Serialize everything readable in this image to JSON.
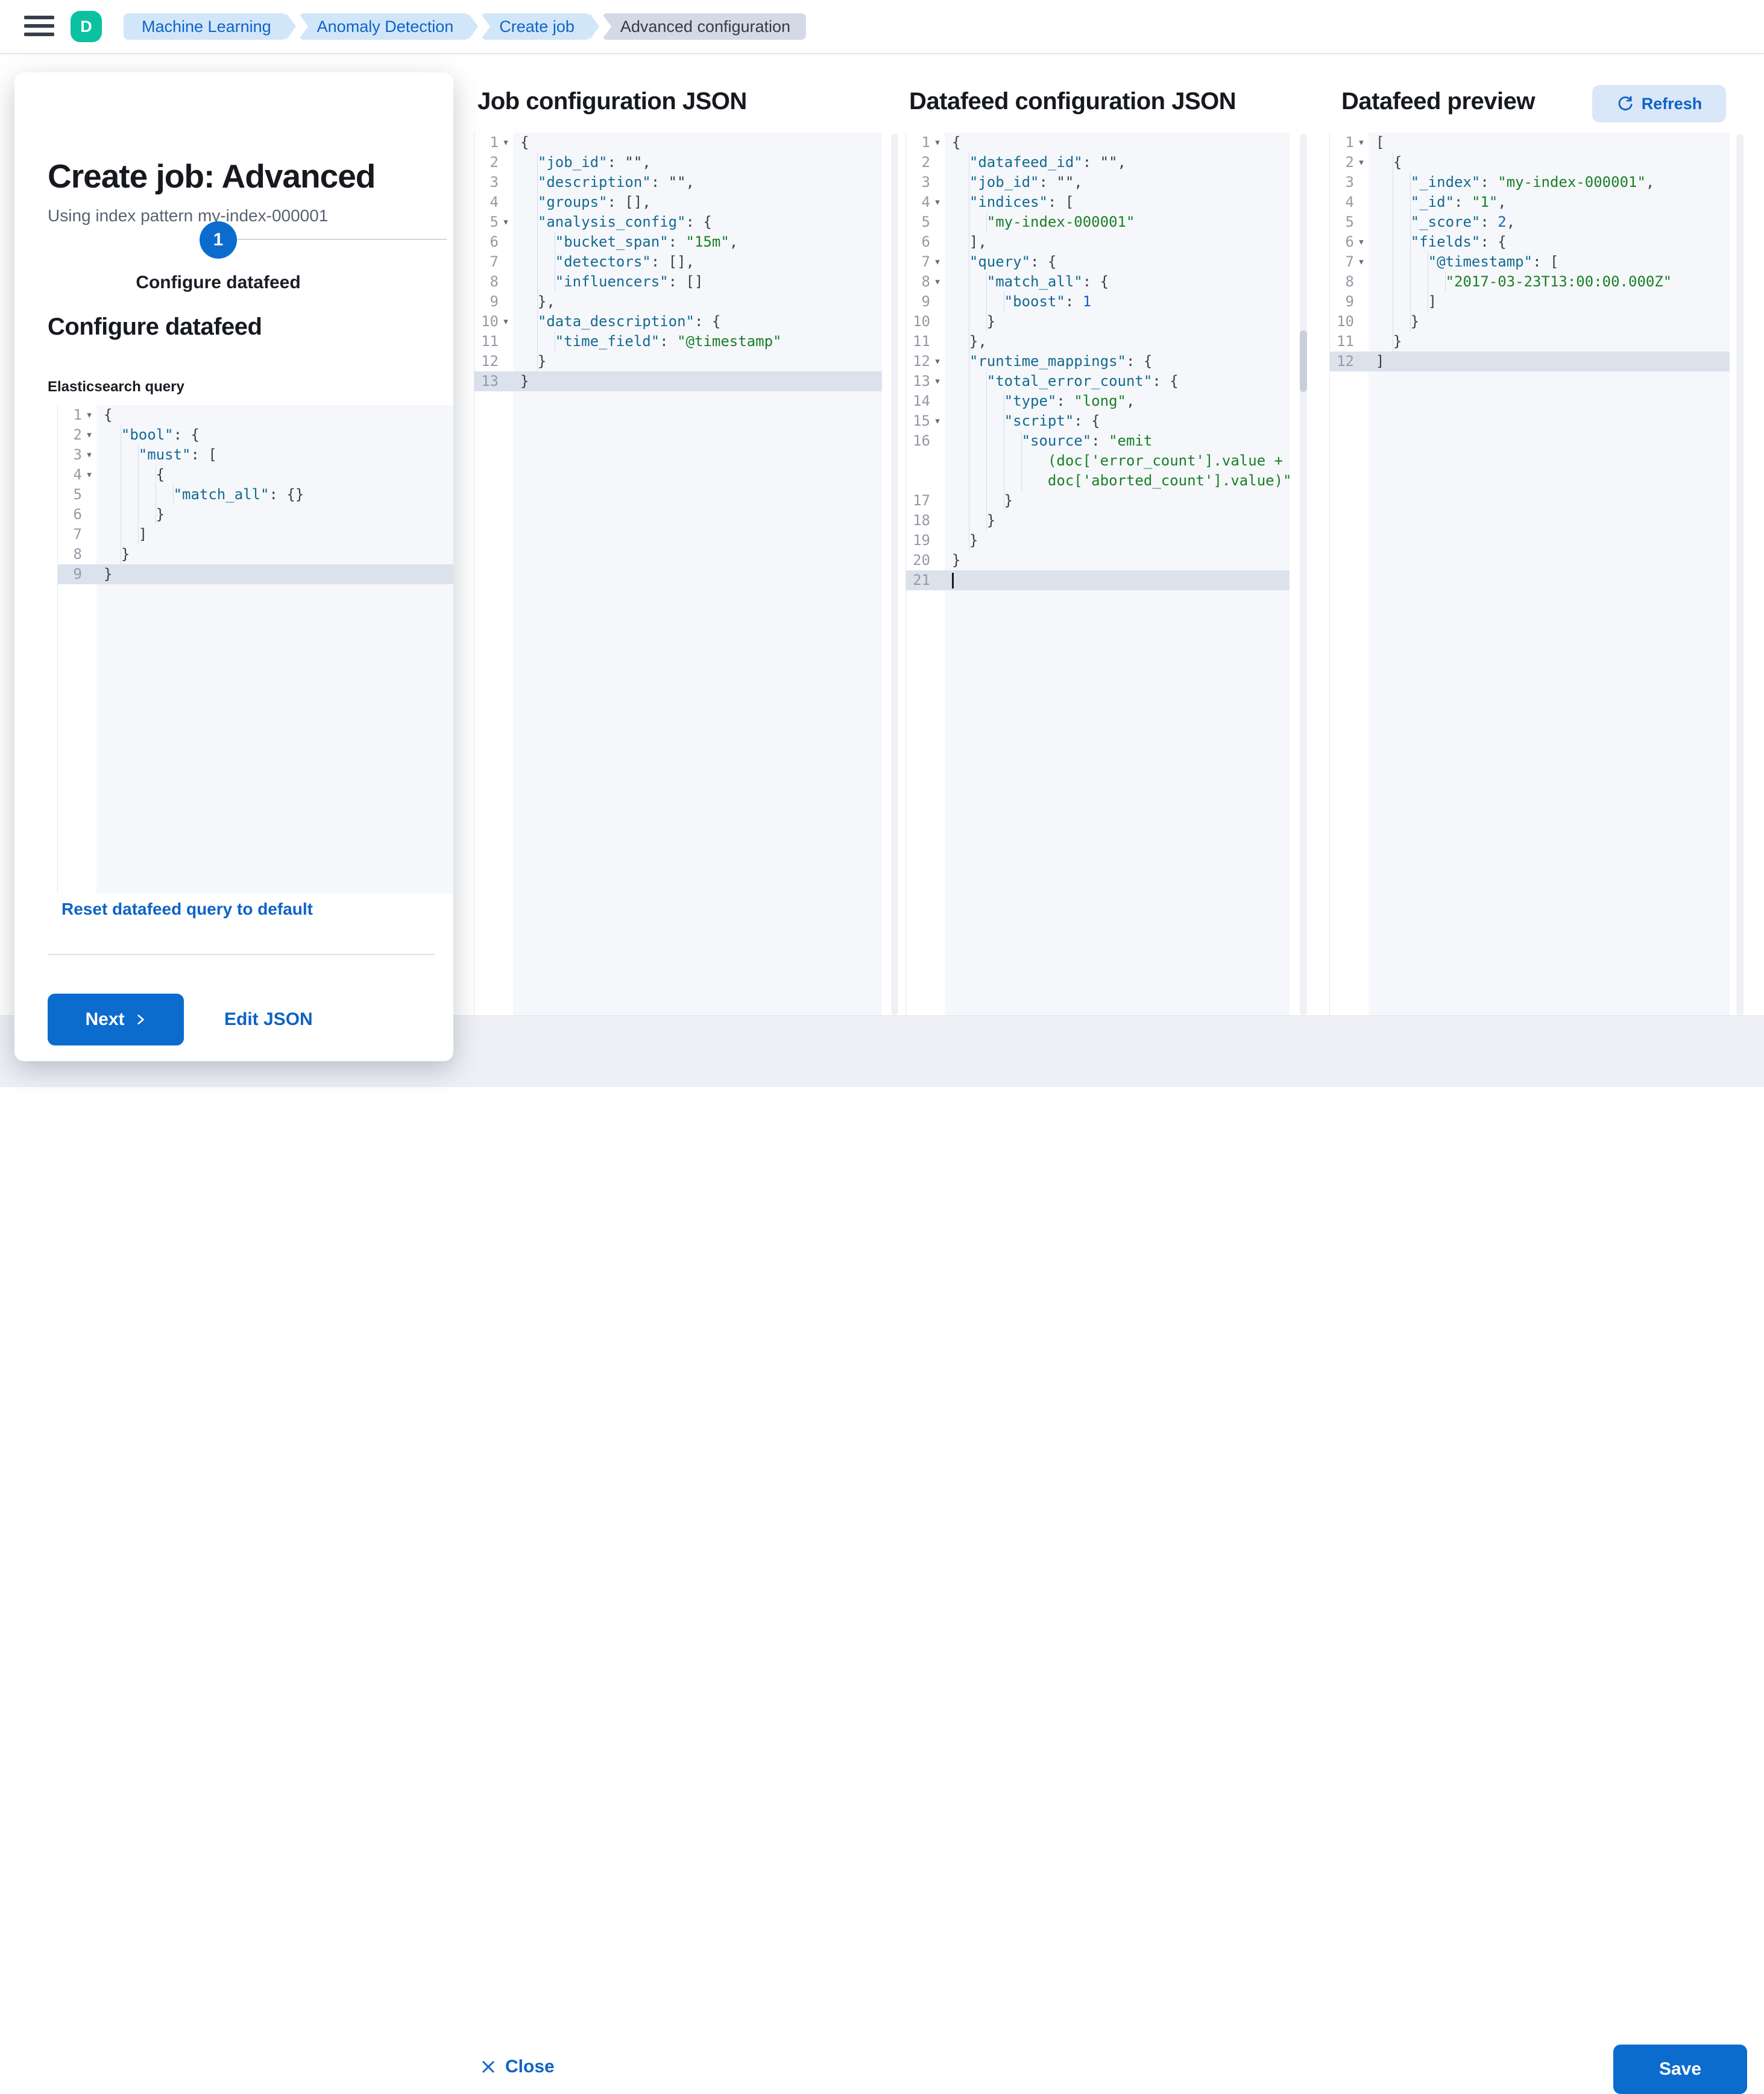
{
  "topbar": {
    "avatar_initial": "D",
    "breadcrumbs": [
      {
        "label": "Machine Learning",
        "current": false
      },
      {
        "label": "Anomaly Detection",
        "current": false
      },
      {
        "label": "Create job",
        "current": false
      },
      {
        "label": "Advanced configuration",
        "current": true
      }
    ]
  },
  "flyout": {
    "title": "Create job: Advanced",
    "subtitle": "Using index pattern my-index-000001",
    "step_number": "1",
    "step_label": "Configure datafeed",
    "section_heading": "Configure datafeed",
    "query_label": "Elasticsearch query",
    "reset_label": "Reset datafeed query to default",
    "next_label": "Next",
    "edit_json_label": "Edit JSON"
  },
  "panels": {
    "job": {
      "heading": "Job configuration JSON"
    },
    "datafeed": {
      "heading": "Datafeed configuration JSON"
    },
    "preview": {
      "heading": "Datafeed preview",
      "refresh_label": "Refresh"
    }
  },
  "footer": {
    "close_label": "Close",
    "save_label": "Save"
  },
  "colors": {
    "primary_blue": "#0b6cce",
    "link_blue": "#0e63c5",
    "avatar_green": "#0ac2a1",
    "breadcrumb_blue_bg": "#d2e6f9",
    "breadcrumb_gray_bg": "#d3dae6",
    "code_key": "#136a92",
    "code_string": "#1a7f27",
    "code_number": "#175fc7",
    "active_line": "#dce2ec"
  },
  "editors": {
    "es_query": {
      "lines": [
        {
          "n": "1",
          "fold": true,
          "d": 0,
          "t": [
            [
              "p",
              "{"
            ]
          ]
        },
        {
          "n": "2",
          "fold": true,
          "d": 1,
          "t": [
            [
              "k",
              "\"bool\""
            ],
            [
              "p",
              ": {"
            ]
          ]
        },
        {
          "n": "3",
          "fold": true,
          "d": 2,
          "t": [
            [
              "k",
              "\"must\""
            ],
            [
              "p",
              ": ["
            ]
          ]
        },
        {
          "n": "4",
          "fold": true,
          "d": 3,
          "t": [
            [
              "p",
              "{"
            ]
          ]
        },
        {
          "n": "5",
          "d": 4,
          "t": [
            [
              "k",
              "\"match_all\""
            ],
            [
              "p",
              ": {}"
            ]
          ]
        },
        {
          "n": "6",
          "d": 3,
          "t": [
            [
              "p",
              "}"
            ]
          ]
        },
        {
          "n": "7",
          "d": 2,
          "t": [
            [
              "p",
              "]"
            ]
          ]
        },
        {
          "n": "8",
          "d": 1,
          "t": [
            [
              "p",
              "}"
            ]
          ]
        },
        {
          "n": "9",
          "active": true,
          "d": 0,
          "t": [
            [
              "p",
              "}"
            ]
          ]
        }
      ]
    },
    "job_config": {
      "lines": [
        {
          "n": "1",
          "fold": true,
          "d": 0,
          "t": [
            [
              "p",
              "{"
            ]
          ]
        },
        {
          "n": "2",
          "d": 1,
          "t": [
            [
              "k",
              "\"job_id\""
            ],
            [
              "p",
              ": "
            ],
            [
              "e",
              "\"\""
            ],
            [
              "p",
              ","
            ]
          ]
        },
        {
          "n": "3",
          "d": 1,
          "t": [
            [
              "k",
              "\"description\""
            ],
            [
              "p",
              ": "
            ],
            [
              "e",
              "\"\""
            ],
            [
              "p",
              ","
            ]
          ]
        },
        {
          "n": "4",
          "d": 1,
          "t": [
            [
              "k",
              "\"groups\""
            ],
            [
              "p",
              ": [],"
            ]
          ]
        },
        {
          "n": "5",
          "fold": true,
          "d": 1,
          "t": [
            [
              "k",
              "\"analysis_config\""
            ],
            [
              "p",
              ": {"
            ]
          ]
        },
        {
          "n": "6",
          "d": 2,
          "t": [
            [
              "k",
              "\"bucket_span\""
            ],
            [
              "p",
              ": "
            ],
            [
              "s",
              "\"15m\""
            ],
            [
              "p",
              ","
            ]
          ]
        },
        {
          "n": "7",
          "d": 2,
          "t": [
            [
              "k",
              "\"detectors\""
            ],
            [
              "p",
              ": [],"
            ]
          ]
        },
        {
          "n": "8",
          "d": 2,
          "t": [
            [
              "k",
              "\"influencers\""
            ],
            [
              "p",
              ": []"
            ]
          ]
        },
        {
          "n": "9",
          "d": 1,
          "t": [
            [
              "p",
              "},"
            ]
          ]
        },
        {
          "n": "10",
          "fold": true,
          "d": 1,
          "t": [
            [
              "k",
              "\"data_description\""
            ],
            [
              "p",
              ": {"
            ]
          ]
        },
        {
          "n": "11",
          "d": 2,
          "t": [
            [
              "k",
              "\"time_field\""
            ],
            [
              "p",
              ": "
            ],
            [
              "s",
              "\"@timestamp\""
            ]
          ]
        },
        {
          "n": "12",
          "d": 1,
          "t": [
            [
              "p",
              "}"
            ]
          ]
        },
        {
          "n": "13",
          "active": true,
          "d": 0,
          "t": [
            [
              "p",
              "}"
            ]
          ]
        }
      ]
    },
    "datafeed_config": {
      "lines": [
        {
          "n": "1",
          "fold": true,
          "d": 0,
          "t": [
            [
              "p",
              "{"
            ]
          ]
        },
        {
          "n": "2",
          "d": 1,
          "t": [
            [
              "k",
              "\"datafeed_id\""
            ],
            [
              "p",
              ": "
            ],
            [
              "e",
              "\"\""
            ],
            [
              "p",
              ","
            ]
          ]
        },
        {
          "n": "3",
          "d": 1,
          "t": [
            [
              "k",
              "\"job_id\""
            ],
            [
              "p",
              ": "
            ],
            [
              "e",
              "\"\""
            ],
            [
              "p",
              ","
            ]
          ]
        },
        {
          "n": "4",
          "fold": true,
          "d": 1,
          "t": [
            [
              "k",
              "\"indices\""
            ],
            [
              "p",
              ": ["
            ]
          ]
        },
        {
          "n": "5",
          "d": 2,
          "t": [
            [
              "s",
              "\"my-index-000001\""
            ]
          ]
        },
        {
          "n": "6",
          "d": 1,
          "t": [
            [
              "p",
              "],"
            ]
          ]
        },
        {
          "n": "7",
          "fold": true,
          "d": 1,
          "t": [
            [
              "k",
              "\"query\""
            ],
            [
              "p",
              ": {"
            ]
          ]
        },
        {
          "n": "8",
          "fold": true,
          "d": 2,
          "t": [
            [
              "k",
              "\"match_all\""
            ],
            [
              "p",
              ": {"
            ]
          ]
        },
        {
          "n": "9",
          "d": 3,
          "t": [
            [
              "k",
              "\"boost\""
            ],
            [
              "p",
              ": "
            ],
            [
              "n",
              "1"
            ]
          ]
        },
        {
          "n": "10",
          "d": 2,
          "t": [
            [
              "p",
              "}"
            ]
          ]
        },
        {
          "n": "11",
          "d": 1,
          "t": [
            [
              "p",
              "},"
            ]
          ]
        },
        {
          "n": "12",
          "fold": true,
          "d": 1,
          "t": [
            [
              "k",
              "\"runtime_mappings\""
            ],
            [
              "p",
              ": {"
            ]
          ]
        },
        {
          "n": "13",
          "fold": true,
          "d": 2,
          "t": [
            [
              "k",
              "\"total_error_count\""
            ],
            [
              "p",
              ": {"
            ]
          ]
        },
        {
          "n": "14",
          "d": 3,
          "t": [
            [
              "k",
              "\"type\""
            ],
            [
              "p",
              ": "
            ],
            [
              "s",
              "\"long\""
            ],
            [
              "p",
              ","
            ]
          ]
        },
        {
          "n": "15",
          "fold": true,
          "d": 3,
          "t": [
            [
              "k",
              "\"script\""
            ],
            [
              "p",
              ": {"
            ]
          ]
        },
        {
          "n": "16",
          "d": 4,
          "t": [
            [
              "k",
              "\"source\""
            ],
            [
              "p",
              ": "
            ],
            [
              "s",
              "\"emit"
            ]
          ]
        },
        {
          "n": "",
          "d": 4,
          "t": [
            [
              "w",
              "   "
            ],
            [
              "s",
              "(doc['error_count'].value +"
            ]
          ]
        },
        {
          "n": "",
          "d": 4,
          "t": [
            [
              "w",
              "   "
            ],
            [
              "s",
              "doc['aborted_count'].value)\""
            ]
          ]
        },
        {
          "n": "17",
          "d": 3,
          "t": [
            [
              "p",
              "}"
            ]
          ]
        },
        {
          "n": "18",
          "d": 2,
          "t": [
            [
              "p",
              "}"
            ]
          ]
        },
        {
          "n": "19",
          "d": 1,
          "t": [
            [
              "p",
              "}"
            ]
          ]
        },
        {
          "n": "20",
          "d": 0,
          "t": [
            [
              "p",
              "}"
            ]
          ]
        },
        {
          "n": "21",
          "active": true,
          "cursor": true,
          "d": 0,
          "t": []
        }
      ]
    },
    "datafeed_preview": {
      "lines": [
        {
          "n": "1",
          "fold": true,
          "d": 0,
          "t": [
            [
              "p",
              "["
            ]
          ]
        },
        {
          "n": "2",
          "fold": true,
          "d": 1,
          "t": [
            [
              "p",
              "{"
            ]
          ]
        },
        {
          "n": "3",
          "d": 2,
          "t": [
            [
              "k",
              "\"_index\""
            ],
            [
              "p",
              ": "
            ],
            [
              "s",
              "\"my-index-000001\""
            ],
            [
              "p",
              ","
            ]
          ]
        },
        {
          "n": "4",
          "d": 2,
          "t": [
            [
              "k",
              "\"_id\""
            ],
            [
              "p",
              ": "
            ],
            [
              "s",
              "\"1\""
            ],
            [
              "p",
              ","
            ]
          ]
        },
        {
          "n": "5",
          "d": 2,
          "t": [
            [
              "k",
              "\"_score\""
            ],
            [
              "p",
              ": "
            ],
            [
              "n",
              "2"
            ],
            [
              "p",
              ","
            ]
          ]
        },
        {
          "n": "6",
          "fold": true,
          "d": 2,
          "t": [
            [
              "k",
              "\"fields\""
            ],
            [
              "p",
              ": {"
            ]
          ]
        },
        {
          "n": "7",
          "fold": true,
          "d": 3,
          "t": [
            [
              "k",
              "\"@timestamp\""
            ],
            [
              "p",
              ": ["
            ]
          ]
        },
        {
          "n": "8",
          "d": 4,
          "t": [
            [
              "s",
              "\"2017-03-23T13:00:00.000Z\""
            ]
          ]
        },
        {
          "n": "9",
          "d": 3,
          "t": [
            [
              "p",
              "]"
            ]
          ]
        },
        {
          "n": "10",
          "d": 2,
          "t": [
            [
              "p",
              "}"
            ]
          ]
        },
        {
          "n": "11",
          "d": 1,
          "t": [
            [
              "p",
              "}"
            ]
          ]
        },
        {
          "n": "12",
          "active": true,
          "d": 0,
          "t": [
            [
              "p",
              "]"
            ]
          ]
        }
      ]
    }
  }
}
